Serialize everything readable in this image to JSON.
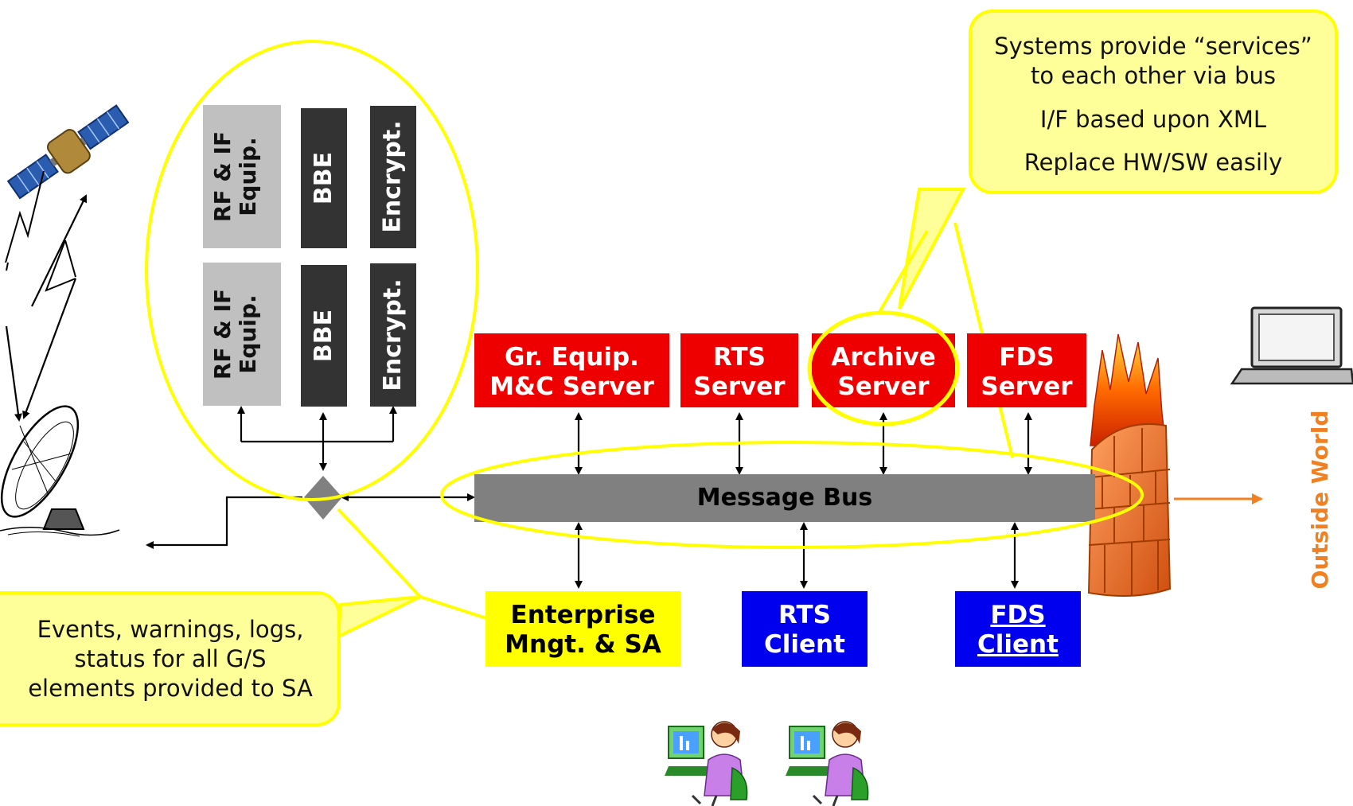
{
  "equipment": {
    "rf_if_1": "RF & IF\nEquip.",
    "bbe_1": "BBE",
    "encrypt_1": "Encrypt.",
    "rf_if_2": "RF & IF\nEquip.",
    "bbe_2": "BBE",
    "encrypt_2": "Encrypt."
  },
  "servers": {
    "gr_equip": "Gr. Equip.\nM&C Server",
    "rts": "RTS\nServer",
    "archive": "Archive\nServer",
    "fds": "FDS\nServer"
  },
  "bus": {
    "label": "Message Bus"
  },
  "clients": {
    "enterprise": "Enterprise\nMngt. & SA",
    "rts": "RTS\nClient",
    "fds": "FDS\nClient"
  },
  "outside": {
    "label": "Outside World"
  },
  "callouts": {
    "top": {
      "line1": "Systems provide “services”",
      "line2": "to each other via bus",
      "line3": "I/F based upon XML",
      "line4": "Replace HW/SW easily"
    },
    "bottom": {
      "line1": "Events, warnings, logs,",
      "line2": "status for all G/S",
      "line3": "elements provided to SA"
    }
  },
  "colors": {
    "server_red": "#ee0000",
    "client_blue": "#0000ee",
    "enterprise_yellow": "#ffff00",
    "bus_gray": "#808080",
    "callout_fill": "#ffff99",
    "highlight_yellow": "#ffff00",
    "outside_orange": "#f08020",
    "equip_light": "#c0c0c0",
    "equip_dark": "#333333"
  },
  "icons": [
    "satellite-icon",
    "ground-antenna-icon",
    "laptop-icon",
    "firewall-icon",
    "operator-icon"
  ]
}
